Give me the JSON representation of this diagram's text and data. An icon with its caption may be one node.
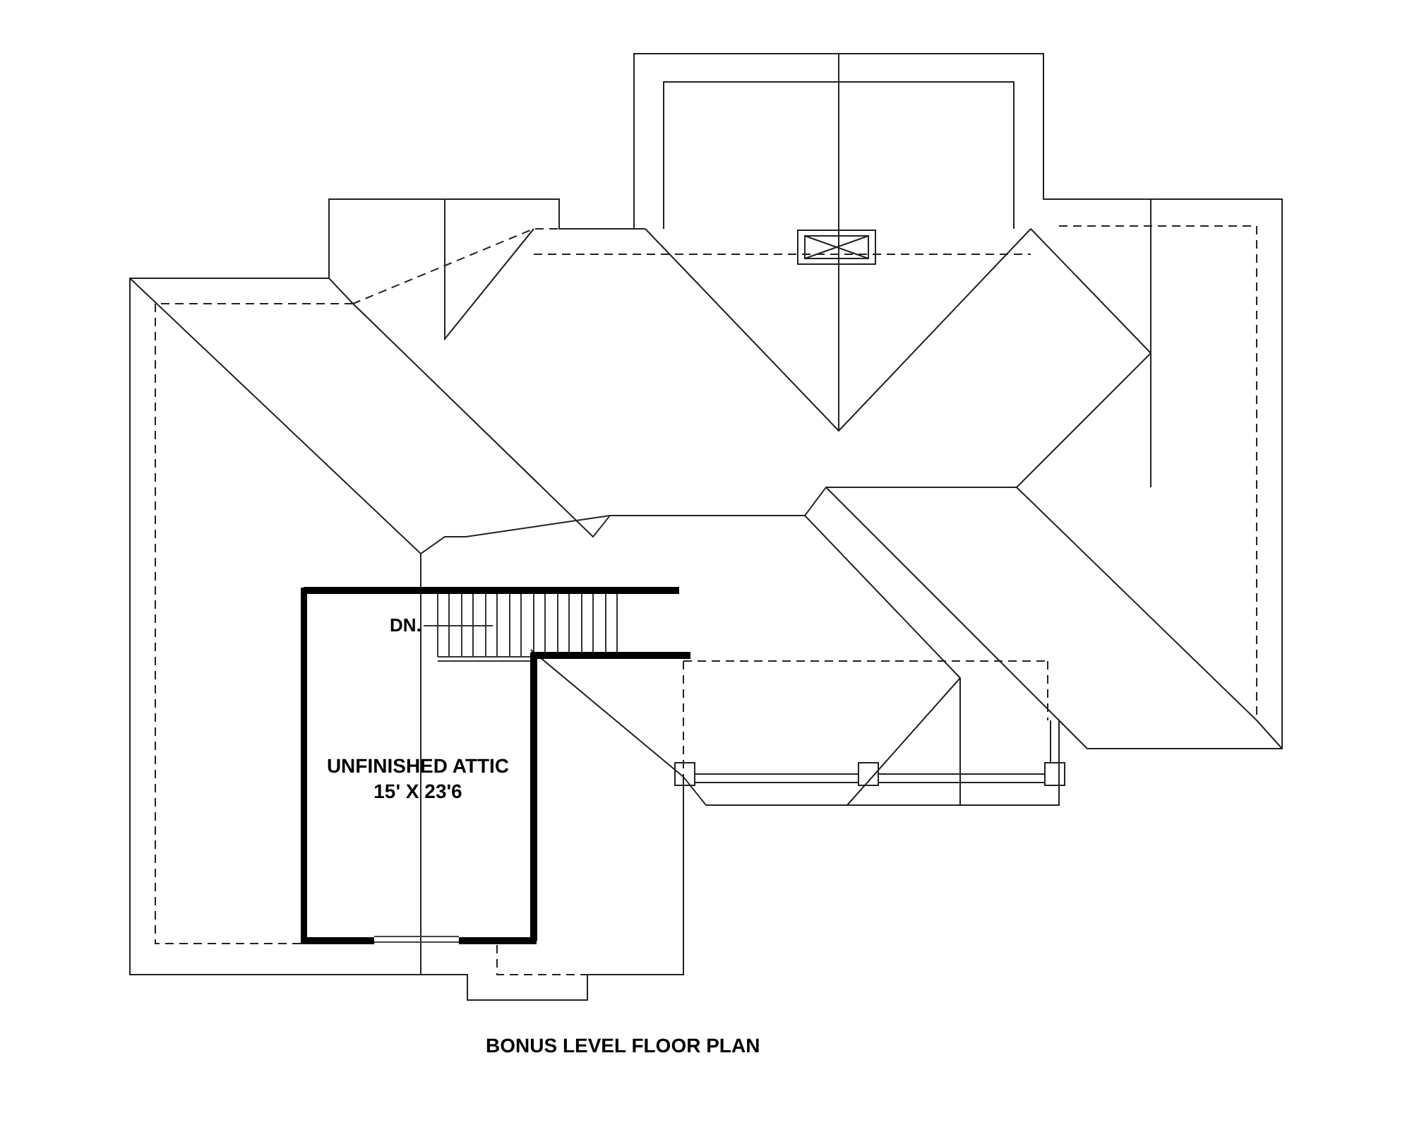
{
  "diagram": {
    "caption": "BONUS LEVEL FLOOR PLAN",
    "nodes": [
      {
        "text": [
          "UNFINISHED ATTIC",
          "15' X 23'6"
        ]
      }
    ],
    "labels": [
      "DN."
    ]
  }
}
